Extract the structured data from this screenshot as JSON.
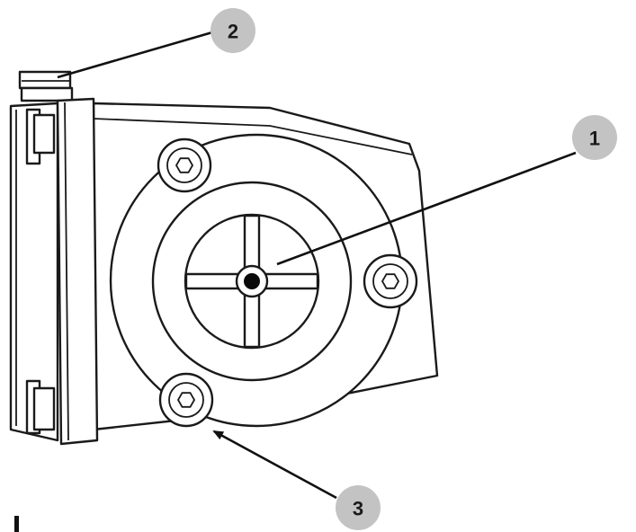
{
  "callouts": [
    {
      "label": "1"
    },
    {
      "label": "2"
    },
    {
      "label": "3"
    }
  ],
  "colors": {
    "line": "#1a1a1a",
    "callout_fill": "#c3c3c3",
    "background": "#ffffff"
  }
}
